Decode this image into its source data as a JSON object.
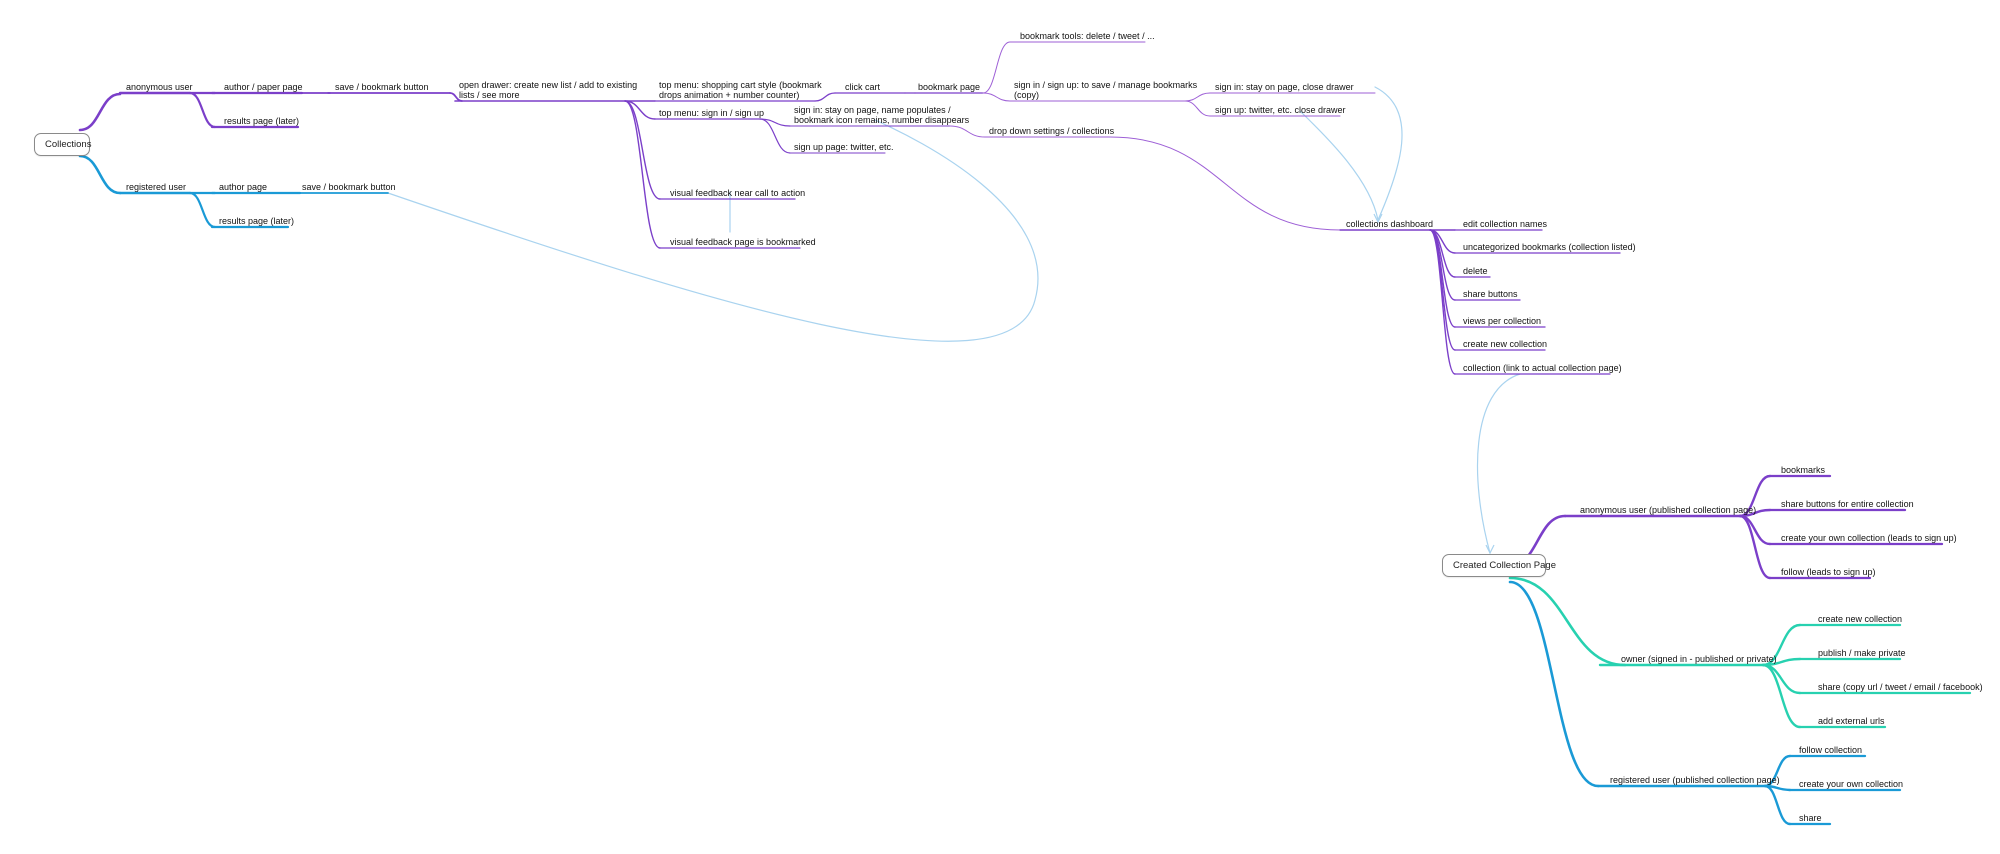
{
  "colors": {
    "purple": "#7b3fc9",
    "blue": "#1a9ad6",
    "teal": "#27d1b0",
    "light_blue": "#a9d3ef",
    "line_purple": "#9d5fd6"
  },
  "roots": {
    "collections": "Collections",
    "created_page": "Created Collection Page"
  },
  "nodes": {
    "anon": "anonymous user",
    "author_paper": "author / paper page",
    "save_bookmark_1": "save / bookmark button",
    "open_drawer": "open drawer: create new list / add to existing\nlists / see more",
    "results_later_1": "results page (later)",
    "registered": "registered user",
    "author_page": "author page",
    "save_bookmark_2": "save / bookmark button",
    "results_later_2": "results page (later)",
    "top_cart": "top menu: shopping cart style (bookmark\ndrops animation + number counter)",
    "click_cart": "click cart",
    "bookmark_page": "bookmark page",
    "bookmark_tools": "bookmark tools: delete / tweet / ...",
    "sign_in_up_save": "sign in / sign up: to save / manage bookmarks\n(copy)",
    "sign_in_stay": "sign in: stay on page, close drawer",
    "sign_up_twitter_close": "sign up: twitter, etc. close drawer",
    "top_signin": "top menu: sign in / sign up",
    "signin_stay_name": "sign in: stay on page, name populates /\nbookmark icon remains, number disappears",
    "signup_page": "sign up page: twitter, etc.",
    "drop_down": "drop down settings / collections",
    "visual_cta": "visual feedback near call to action",
    "visual_bookmarked": "visual feedback page is bookmarked",
    "dashboard": "collections dashboard",
    "edit_names": "edit collection names",
    "uncategorized": "uncategorized bookmarks (collection listed)",
    "delete": "delete",
    "share_buttons": "share buttons",
    "views": "views per collection",
    "create_new_1": "create new collection",
    "collection_link": "collection (link to actual collection page)",
    "anon_published": "anonymous user (published collection page)",
    "bookmarks": "bookmarks",
    "share_entire": "share buttons for entire collection",
    "create_own_1": "create your own collection (leads to sign up)",
    "follow_1": "follow (leads to sign up)",
    "owner": "owner (signed in - published or private)",
    "create_new_2": "create new collection",
    "publish": "publish / make private",
    "share_copy": "share (copy url / tweet / email / facebook)",
    "add_external": "add external urls",
    "reg_published": "registered user (published collection page)",
    "follow_2": "follow collection",
    "create_own_2": "create your own collection",
    "share_last": "share"
  }
}
